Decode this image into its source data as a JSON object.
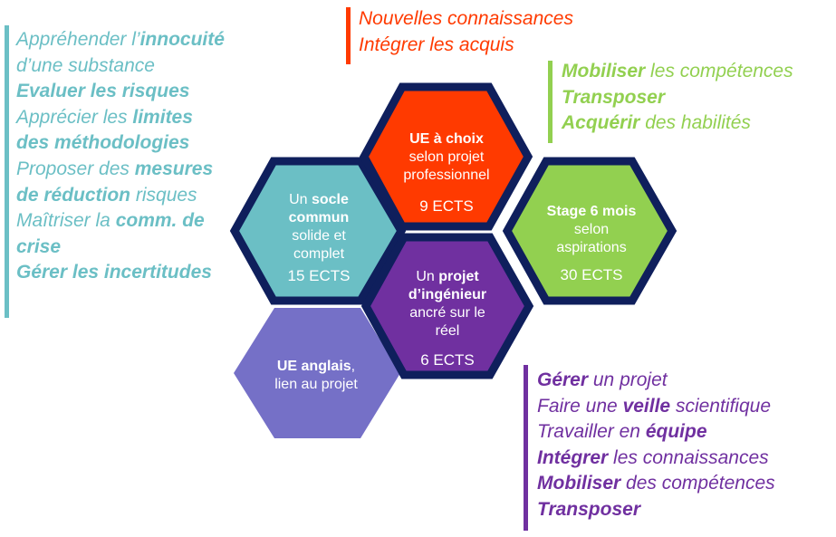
{
  "colors": {
    "teal": "#6bbfc5",
    "red": "#ff3a00",
    "green": "#92d050",
    "purple": "#7030a0",
    "lavender": "#7570c7",
    "navy": "#0f1f5c"
  },
  "risk_block": {
    "lines": [
      [
        "Appréhender l’",
        "innocuité",
        ""
      ],
      [
        "d’une substance",
        "",
        ""
      ],
      [
        "",
        "Evaluer les risques",
        ""
      ],
      [
        "Apprécier les ",
        "limites",
        ""
      ],
      [
        "",
        "des méthodologies",
        ""
      ],
      [
        "Proposer des ",
        "mesures",
        ""
      ],
      [
        "",
        "de réduction",
        " risques"
      ],
      [
        "Maîtriser la ",
        "comm. de",
        ""
      ],
      [
        "",
        "crise",
        ""
      ],
      [
        "",
        "Gérer les incertitudes",
        ""
      ]
    ]
  },
  "new_block": {
    "lines": [
      [
        "Nouvelles connaissances",
        "",
        ""
      ],
      [
        "Intégrer les acquis",
        "",
        ""
      ]
    ]
  },
  "skills_block": {
    "lines": [
      [
        "",
        "Mobiliser",
        " les compétences"
      ],
      [
        "",
        "Transposer",
        ""
      ],
      [
        "",
        "Acquérir",
        " des habilités"
      ]
    ]
  },
  "project_block": {
    "lines": [
      [
        "",
        "Gérer",
        " un projet"
      ],
      [
        "Faire une ",
        "veille",
        " scientifique"
      ],
      [
        "Travailler en ",
        "équipe",
        ""
      ],
      [
        "",
        "Intégrer",
        " les connaissances"
      ],
      [
        "",
        "Mobiliser",
        " des compétences"
      ],
      [
        "",
        "Transposer",
        ""
      ]
    ]
  },
  "hexagons": {
    "ue_choix": {
      "title": "UE à choix",
      "sub": [
        "selon projet",
        "professionnel"
      ],
      "ects": "9 ECTS"
    },
    "socle": {
      "title_pre": "Un ",
      "title_bold": "socle",
      "title_bold2": "commun",
      "sub": [
        "solide et",
        "complet"
      ],
      "ects": "15 ECTS"
    },
    "stage": {
      "title": "Stage 6 mois",
      "sub": [
        "selon",
        "aspirations"
      ],
      "ects": "30 ECTS"
    },
    "projet": {
      "title_pre": "Un ",
      "title_bold": "projet",
      "title_bold2": "d’ingénieur",
      "sub": [
        "ancré sur le",
        "réel"
      ],
      "ects": "6 ECTS"
    },
    "anglais": {
      "title": "UE anglais",
      "title_post": ",",
      "sub": [
        "lien au projet"
      ]
    }
  }
}
